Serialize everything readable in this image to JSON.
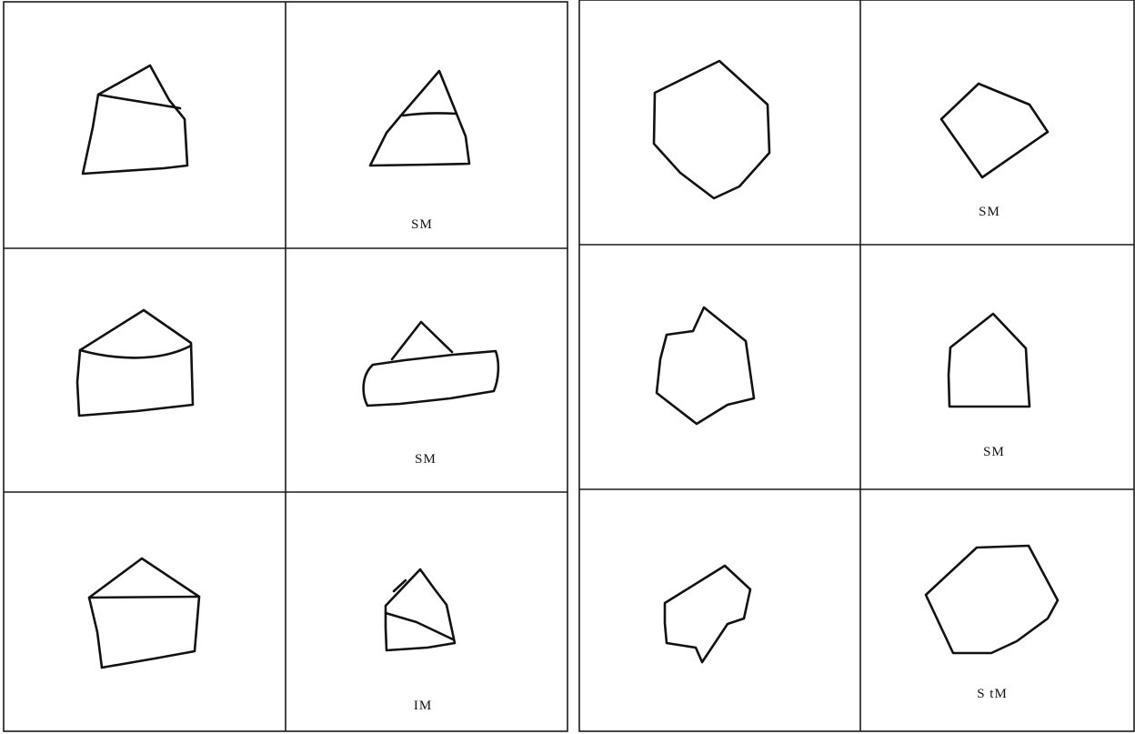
{
  "panels": [
    {
      "id": "left",
      "cells": [
        {
          "caption": ""
        },
        {
          "caption": "SM"
        },
        {
          "caption": ""
        },
        {
          "caption": "SM"
        },
        {
          "caption": ""
        },
        {
          "caption": "IM"
        }
      ]
    },
    {
      "id": "right",
      "cells": [
        {
          "caption": ""
        },
        {
          "caption": "SM"
        },
        {
          "caption": ""
        },
        {
          "caption": "SM"
        },
        {
          "caption": ""
        },
        {
          "caption": "S tM"
        }
      ]
    }
  ]
}
